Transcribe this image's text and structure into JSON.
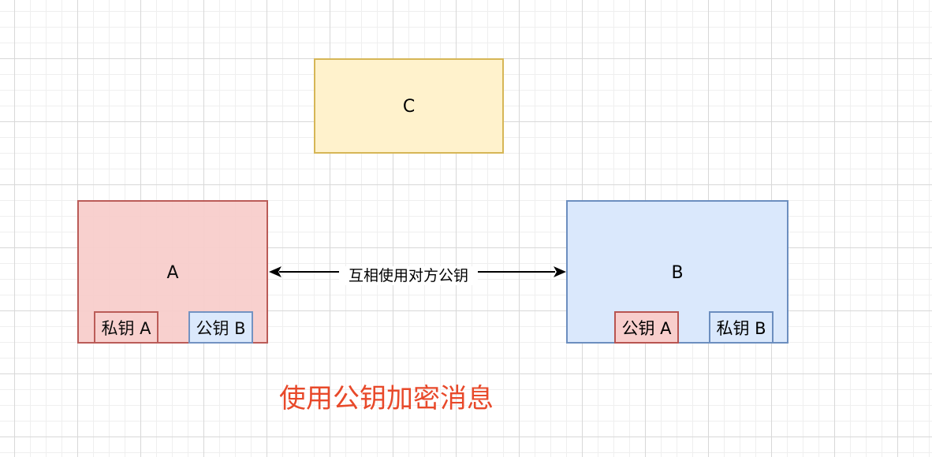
{
  "nodes": {
    "c": {
      "label": "C"
    },
    "a": {
      "label": "A",
      "keys": [
        "私钥 A",
        "公钥 B"
      ]
    },
    "b": {
      "label": "B",
      "keys": [
        "公钥 A",
        "私钥 B"
      ]
    }
  },
  "edge": {
    "label": "互相使用对方公钥"
  },
  "caption": "使用公钥加密消息",
  "colors": {
    "node_a_fill": "#f8cecc",
    "node_a_stroke": "#b85450",
    "node_b_fill": "#dae8fc",
    "node_b_stroke": "#6c8ebf",
    "node_c_fill": "#fff2cc",
    "node_c_stroke": "#d6b656",
    "caption_color": "#e8492a"
  }
}
